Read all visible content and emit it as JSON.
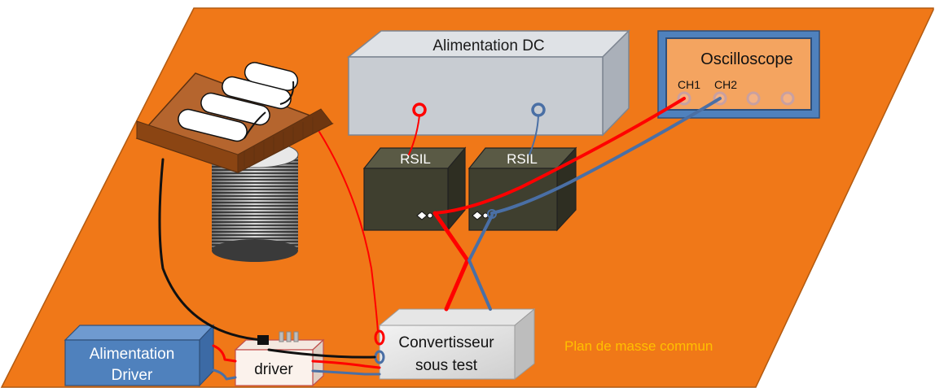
{
  "labels": {
    "alimentation_dc": "Alimentation DC",
    "oscilloscope": "Oscilloscope",
    "ch1": "CH1",
    "ch2": "CH2",
    "rsil_1": "RSIL",
    "rsil_2": "RSIL",
    "convertisseur_line1": "Convertisseur",
    "convertisseur_line2": "sous test",
    "alimentation_driver_line1": "Alimentation",
    "alimentation_driver_line2": "Driver",
    "driver": "driver",
    "plan_de_masse": "Plan de masse commun"
  },
  "colors": {
    "ground_plane": "#f07818",
    "ground_plane_edge": "#b25a10",
    "plan_de_masse_text": "#ffc000",
    "wire_red": "#ff0000",
    "wire_blue": "#4a6fa5",
    "wire_black": "#000000",
    "dc_supply_front": "#c8ccd2",
    "dc_supply_top": "#dfe2e6",
    "oscilloscope_frame": "#4f81bd",
    "oscilloscope_screen": "#f4a460",
    "rsil_box": "#3f3f2f",
    "driver_supply": "#4f81bd",
    "heatsink": "#a0522d"
  }
}
